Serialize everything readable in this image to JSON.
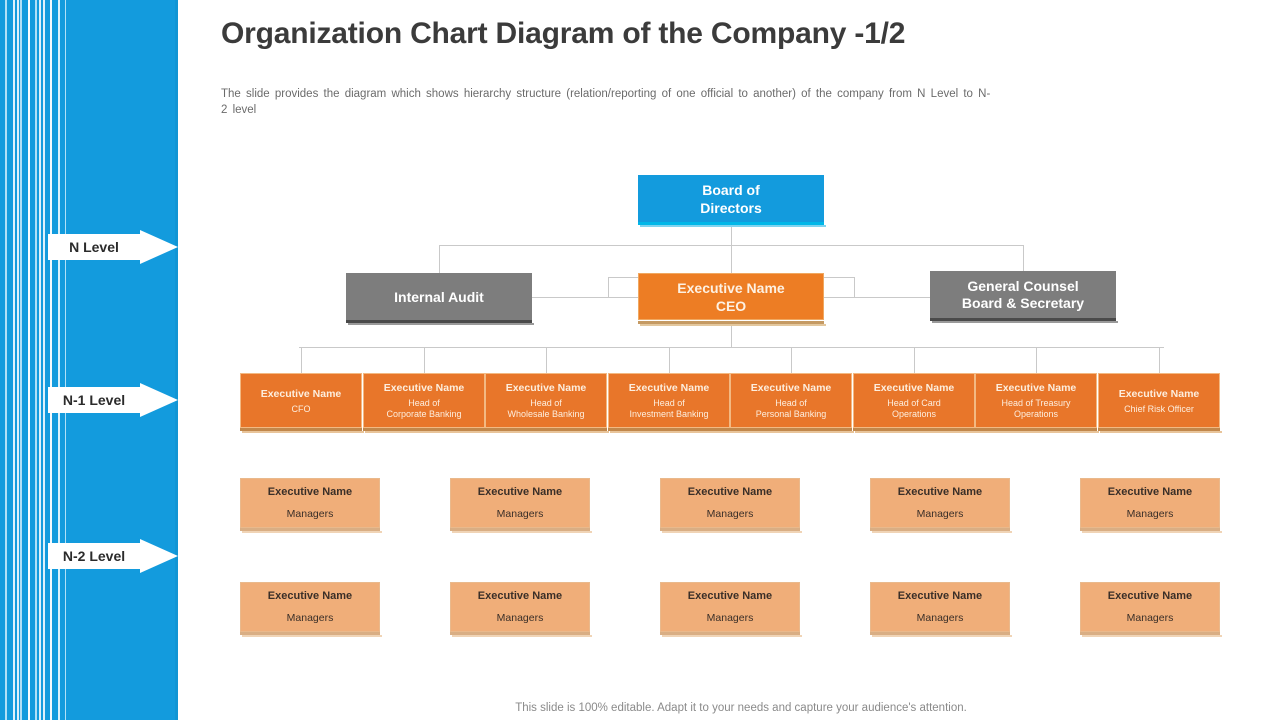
{
  "slide": {
    "title": "Organization Chart Diagram of the Company -1/2",
    "subtitle": "The slide provides  the diagram  which shows hierarchy  structure (relation/reporting  of one official to another)  of the company from N Level  to N-2 level",
    "footer": "This slide is 100% editable. Adapt it to your needs and capture your audience's attention."
  },
  "colors": {
    "sidebar_blue": "#139BDD",
    "board_blue": "#139BDD",
    "board_accent": "#00b7e8",
    "gray_box": "#7d7d7d",
    "ceo_orange": "#ED7D24",
    "n1_orange": "#E8762A",
    "n2_peach": "#F0AE79",
    "title_text": "#3b3b3b",
    "body_text": "#6b6b6b"
  },
  "levels": [
    {
      "label": "N Level"
    },
    {
      "label": "N-1 Level"
    },
    {
      "label": "N-2 Level"
    }
  ],
  "chart_data": {
    "type": "diagram",
    "diagram_kind": "organization-chart",
    "title": "Organization Chart Diagram of the Company -1/2",
    "levels": [
      "N Level",
      "N-1 Level",
      "N-2 Level"
    ],
    "nodes": {
      "root": {
        "line1": "Board of",
        "line2": "Directors",
        "level": "N Level",
        "style": "blue"
      },
      "n_level": [
        {
          "line1": "Internal Audit",
          "line2": "",
          "style": "gray"
        },
        {
          "line1": "Executive Name",
          "line2": "CEO",
          "style": "orange"
        },
        {
          "line1": "General Counsel",
          "line2": "Board & Secretary",
          "style": "gray"
        }
      ],
      "n1_level": [
        {
          "line1": "Executive Name",
          "line2a": "CFO",
          "line2b": ""
        },
        {
          "line1": "Executive Name",
          "line2a": "Head of",
          "line2b": "Corporate Banking"
        },
        {
          "line1": "Executive Name",
          "line2a": "Head of",
          "line2b": "Wholesale Banking"
        },
        {
          "line1": "Executive Name",
          "line2a": "Head of",
          "line2b": "Investment Banking"
        },
        {
          "line1": "Executive Name",
          "line2a": "Head of",
          "line2b": "Personal Banking"
        },
        {
          "line1": "Executive Name",
          "line2a": "Head of Card",
          "line2b": "Operations"
        },
        {
          "line1": "Executive Name",
          "line2a": "Head of Treasury",
          "line2b": "Operations"
        },
        {
          "line1": "Executive Name",
          "line2a": "Chief Risk Officer",
          "line2b": ""
        }
      ],
      "n2_level_row1": [
        {
          "line1": "Executive Name",
          "line2": "Managers"
        },
        {
          "line1": "Executive Name",
          "line2": "Managers"
        },
        {
          "line1": "Executive Name",
          "line2": "Managers"
        },
        {
          "line1": "Executive Name",
          "line2": "Managers"
        },
        {
          "line1": "Executive Name",
          "line2": "Managers"
        }
      ],
      "n2_level_row2": [
        {
          "line1": "Executive Name",
          "line2": "Managers"
        },
        {
          "line1": "Executive Name",
          "line2": "Managers"
        },
        {
          "line1": "Executive Name",
          "line2": "Managers"
        },
        {
          "line1": "Executive Name",
          "line2": "Managers"
        },
        {
          "line1": "Executive Name",
          "line2": "Managers"
        }
      ]
    }
  }
}
